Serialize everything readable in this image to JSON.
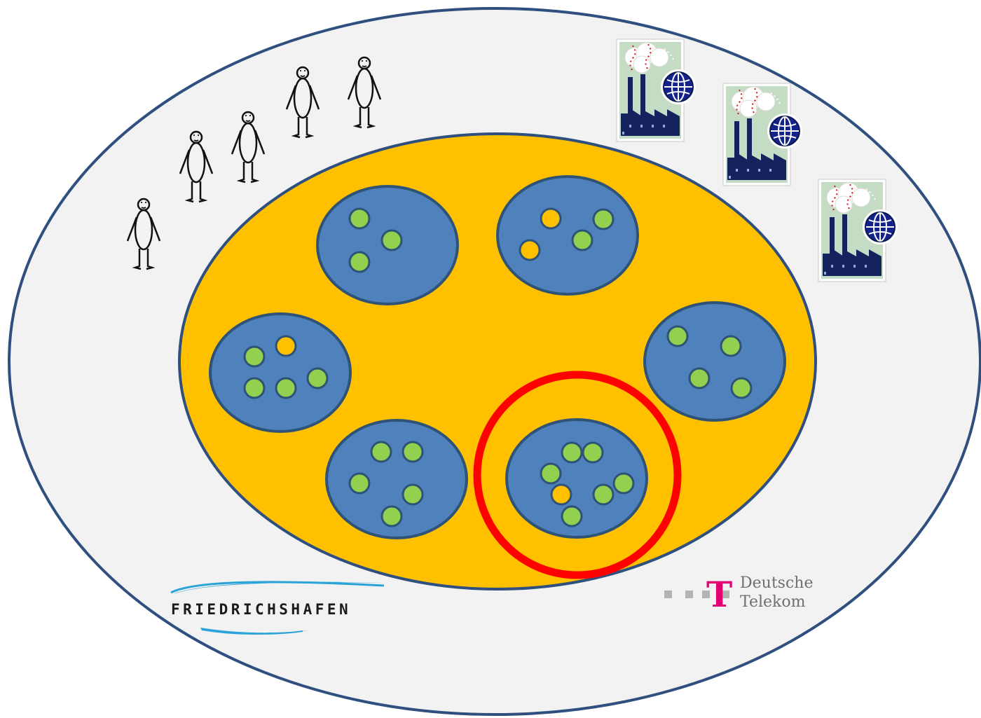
{
  "colors": {
    "city_fill": "#f2f2f2",
    "city_stroke": "#2f4f7f",
    "community_fill": "#ffc000",
    "community_stroke": "#2f4f7f",
    "cluster_fill": "#4f81bd",
    "cluster_stroke": "#2f5376",
    "member_green": "#92d050",
    "member_orange": "#ffc000",
    "highlight_ring": "#ff0000",
    "telekom_magenta": "#e20074"
  },
  "diagram": {
    "clusters": [
      {
        "members": [
          "green",
          "green",
          "green"
        ]
      },
      {
        "members": [
          "orange",
          "green",
          "green",
          "orange"
        ]
      },
      {
        "members": [
          "orange",
          "green",
          "green",
          "green",
          "green"
        ]
      },
      {
        "members": [
          "green",
          "green",
          "green",
          "green"
        ]
      },
      {
        "members": [
          "green",
          "green",
          "green",
          "green",
          "green"
        ]
      },
      {
        "members": [
          "green",
          "green",
          "green",
          "orange",
          "green",
          "green",
          "green"
        ]
      }
    ],
    "highlighted_cluster": 5,
    "people_count": 5,
    "factory_count": 3,
    "icons": {
      "person": "person-sketch-icon",
      "factory": "factory-globe-icon"
    }
  },
  "logos": {
    "friedrichshafen": {
      "text": "FRIEDRICHSHAFEN"
    },
    "telekom": {
      "mark": "T",
      "line1": "Deutsche",
      "line2": "Telekom"
    }
  }
}
